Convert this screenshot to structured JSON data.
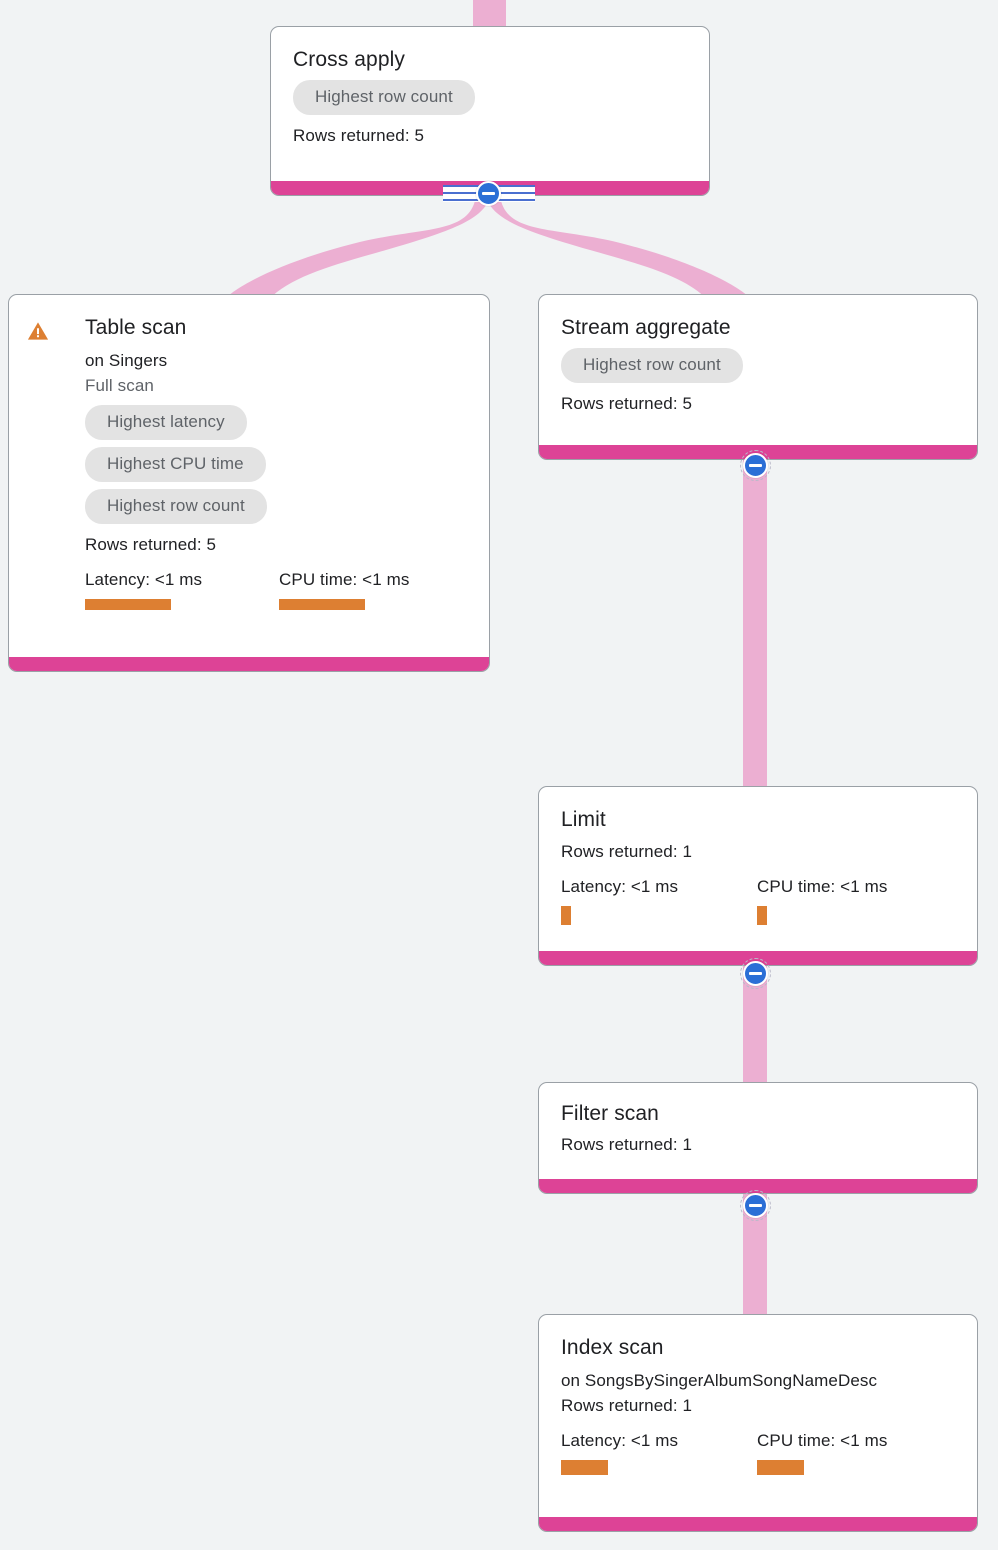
{
  "canvas": {
    "background": "#f1f3f4",
    "accent_pink": "#dd4396",
    "edge_pink": "#ecafd2",
    "metric_orange": "#dd7f32",
    "badge_bg": "#e3e3e3",
    "collapse_blue": "#2b6fd6",
    "warning_orange": "#dd7f32"
  },
  "labels": {
    "rows_prefix": "Rows returned: ",
    "latency_prefix": "Latency: ",
    "cpu_prefix": "CPU time: ",
    "on_prefix": "on "
  },
  "nodes": {
    "cross_apply": {
      "title": "Cross apply",
      "badges": [
        "Highest row count"
      ],
      "rows_returned": "Rows returned: 5",
      "collapse_icon": "minus-circle-icon"
    },
    "table_scan": {
      "title": "Table scan",
      "warning_icon": "warning-triangle-icon",
      "target": "on Singers",
      "scan_type": "Full scan",
      "badges": [
        "Highest latency",
        "Highest CPU time",
        "Highest row count"
      ],
      "rows_returned": "Rows returned: 5",
      "latency": "Latency: <1 ms",
      "cpu_time": "CPU time: <1 ms",
      "latency_bar_width": 86,
      "cpu_bar_width": 86
    },
    "stream_aggregate": {
      "title": "Stream aggregate",
      "badges": [
        "Highest row count"
      ],
      "rows_returned": "Rows returned: 5",
      "collapse_icon": "minus-circle-icon"
    },
    "limit": {
      "title": "Limit",
      "rows_returned": "Rows returned: 1",
      "latency": "Latency: <1 ms",
      "cpu_time": "CPU time: <1 ms",
      "latency_bar_width": 10,
      "cpu_bar_width": 10,
      "collapse_icon": "minus-circle-icon"
    },
    "filter_scan": {
      "title": "Filter scan",
      "rows_returned": "Rows returned: 1",
      "collapse_icon": "minus-circle-icon"
    },
    "index_scan": {
      "title": "Index scan",
      "target": "on SongsBySingerAlbumSongNameDesc",
      "rows_returned": "Rows returned: 1",
      "latency": "Latency: <1 ms",
      "cpu_time": "CPU time: <1 ms",
      "latency_bar_width": 47,
      "cpu_bar_width": 47
    }
  }
}
